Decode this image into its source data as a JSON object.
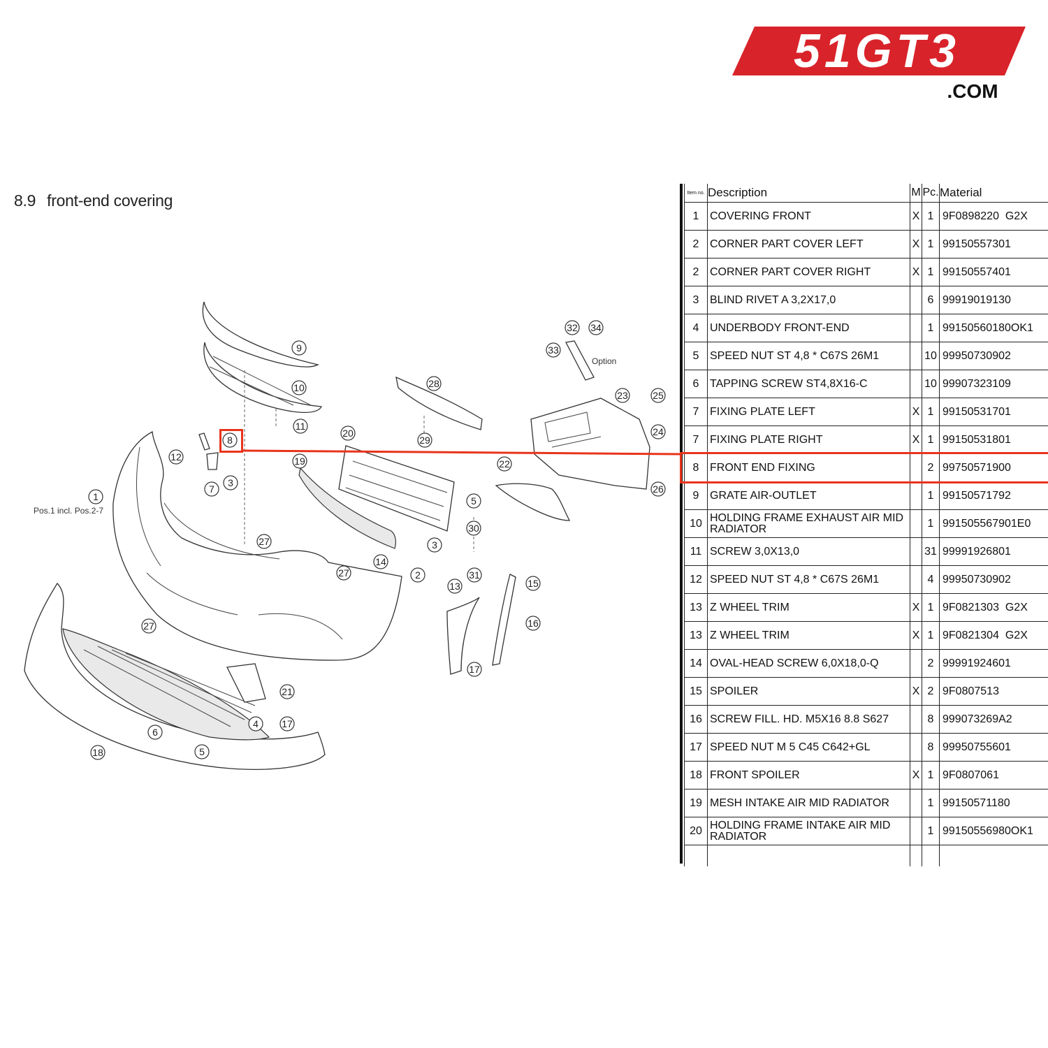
{
  "logo": {
    "text": "51GT3",
    "suffix": ".COM",
    "color": "#d9232a"
  },
  "section": {
    "number": "8.9",
    "title": "front-end covering"
  },
  "diagram": {
    "note_pos1": "Pos.1 incl. Pos.2-7",
    "note_option": "Option",
    "callouts": [
      "1",
      "2",
      "3",
      "4",
      "5",
      "6",
      "7",
      "8",
      "9",
      "10",
      "11",
      "12",
      "13",
      "14",
      "15",
      "16",
      "17",
      "18",
      "19",
      "20",
      "21",
      "22",
      "23",
      "24",
      "25",
      "26",
      "27",
      "28",
      "29",
      "30",
      "31",
      "32",
      "33",
      "34"
    ]
  },
  "table": {
    "headers": {
      "item": "Item no.",
      "description": "Description",
      "m": "M",
      "pc": "Pc.",
      "material": "Material"
    },
    "rows": [
      {
        "item": "1",
        "description": "COVERING FRONT",
        "m": "X",
        "pc": "1",
        "material": "9F0898220  G2X"
      },
      {
        "item": "2",
        "description": "CORNER PART COVER LEFT",
        "m": "X",
        "pc": "1",
        "material": "99150557301"
      },
      {
        "item": "2",
        "description": "CORNER PART COVER RIGHT",
        "m": "X",
        "pc": "1",
        "material": "99150557401"
      },
      {
        "item": "3",
        "description": "BLIND RIVET A 3,2X17,0",
        "m": "",
        "pc": "6",
        "material": "99919019130"
      },
      {
        "item": "4",
        "description": "UNDERBODY FRONT-END",
        "m": "",
        "pc": "1",
        "material": "99150560180OK1"
      },
      {
        "item": "5",
        "description": "SPEED NUT ST 4,8 * C67S 26M1",
        "m": "",
        "pc": "10",
        "material": "99950730902"
      },
      {
        "item": "6",
        "description": "TAPPING SCREW ST4,8X16-C",
        "m": "",
        "pc": "10",
        "material": "99907323109"
      },
      {
        "item": "7",
        "description": "FIXING PLATE LEFT",
        "m": "X",
        "pc": "1",
        "material": "99150531701"
      },
      {
        "item": "7",
        "description": "FIXING PLATE RIGHT",
        "m": "X",
        "pc": "1",
        "material": "99150531801"
      },
      {
        "item": "8",
        "description": "FRONT END FIXING",
        "m": "",
        "pc": "2",
        "material": "99750571900"
      },
      {
        "item": "9",
        "description": "GRATE AIR-OUTLET",
        "m": "",
        "pc": "1",
        "material": "99150571792"
      },
      {
        "item": "10",
        "description": "HOLDING FRAME EXHAUST AIR MID RADIATOR",
        "m": "",
        "pc": "1",
        "material": "991505567901E0"
      },
      {
        "item": "11",
        "description": "SCREW 3,0X13,0",
        "m": "",
        "pc": "31",
        "material": "99991926801"
      },
      {
        "item": "12",
        "description": "SPEED NUT ST 4,8 * C67S 26M1",
        "m": "",
        "pc": "4",
        "material": "99950730902"
      },
      {
        "item": "13",
        "description": "Z WHEEL TRIM",
        "m": "X",
        "pc": "1",
        "material": "9F0821303  G2X"
      },
      {
        "item": "13",
        "description": "Z WHEEL TRIM",
        "m": "X",
        "pc": "1",
        "material": "9F0821304  G2X"
      },
      {
        "item": "14",
        "description": "OVAL-HEAD SCREW 6,0X18,0-Q",
        "m": "",
        "pc": "2",
        "material": "99991924601"
      },
      {
        "item": "15",
        "description": "SPOILER",
        "m": "X",
        "pc": "2",
        "material": "9F0807513"
      },
      {
        "item": "16",
        "description": "SCREW FILL. HD. M5X16 8.8 S627",
        "m": "",
        "pc": "8",
        "material": "999073269A2"
      },
      {
        "item": "17",
        "description": "SPEED NUT M 5 C45 C642+GL",
        "m": "",
        "pc": "8",
        "material": "99950755601"
      },
      {
        "item": "18",
        "description": "FRONT SPOILER",
        "m": "X",
        "pc": "1",
        "material": "9F0807061"
      },
      {
        "item": "19",
        "description": "MESH INTAKE AIR MID RADIATOR",
        "m": "",
        "pc": "1",
        "material": "99150571180"
      },
      {
        "item": "20",
        "description": "HOLDING FRAME INTAKE AIR MID RADIATOR",
        "m": "",
        "pc": "1",
        "material": "99150556980OK1"
      }
    ],
    "highlighted_item": "8",
    "highlight_color": "#e8341c"
  }
}
